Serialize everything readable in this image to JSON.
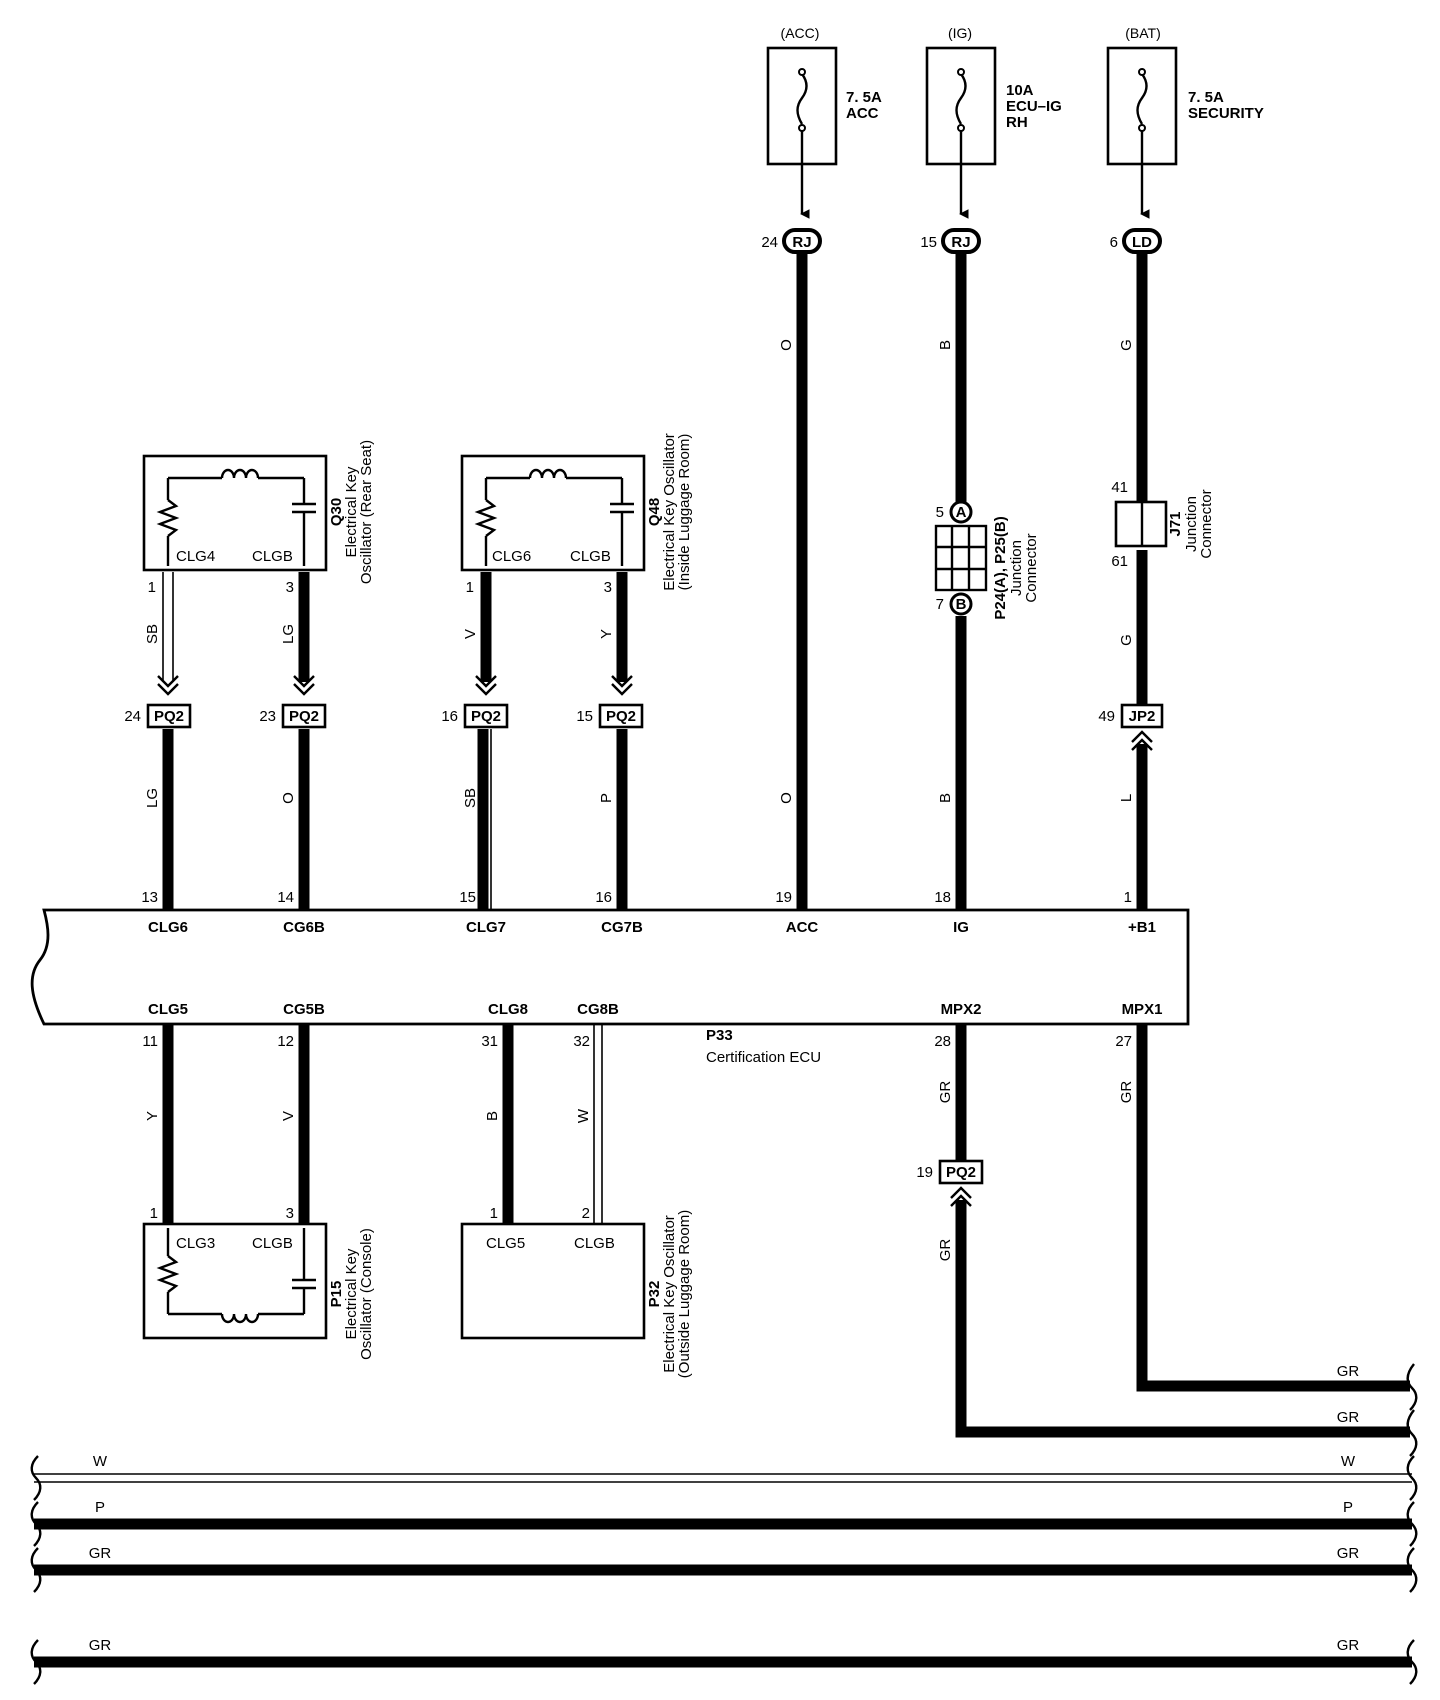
{
  "fuses": [
    {
      "source": "(ACC)",
      "rating": "7. 5A",
      "name1": "ACC",
      "name2": ""
    },
    {
      "source": "(IG)",
      "rating": "10A",
      "name1": "ECU–IG",
      "name2": "RH"
    },
    {
      "source": "(BAT)",
      "rating": "7. 5A",
      "name1": "SECURITY",
      "name2": ""
    }
  ],
  "top_connectors": [
    {
      "pin": "24",
      "code": "RJ"
    },
    {
      "pin": "15",
      "code": "RJ"
    },
    {
      "pin": "6",
      "code": "LD"
    }
  ],
  "wire_colors": {
    "acc_upper": "O",
    "acc_lower": "O",
    "ig_upper": "B",
    "ig_lower": "B",
    "bat_upper": "G",
    "bat_mid": "G",
    "bat_lower": "L",
    "q30_pin1": "SB",
    "q30_pin3": "LG",
    "q48_pin1": "V",
    "q48_pin3": "Y",
    "pq2_24": "LG",
    "pq2_23": "O",
    "pq2_16": "SB",
    "pq2_15": "P",
    "p15_pin1": "Y",
    "p15_pin3": "V",
    "p32_pin1": "B",
    "p32_pin2": "W",
    "mpx2_upper": "GR",
    "mpx2_lower": "GR",
    "mpx1": "GR"
  },
  "osc_q30": {
    "code": "Q30",
    "line1": "Electrical Key",
    "line2": "Oscillator (Rear Seat)",
    "term_a": "CLG4",
    "term_b": "CLGB",
    "pin_a": "1",
    "pin_b": "3"
  },
  "osc_q48": {
    "code": "Q48",
    "line1": "Electrical Key Oscillator",
    "line2": "(Inside Luggage Room)",
    "term_a": "CLG6",
    "term_b": "CLGB",
    "pin_a": "1",
    "pin_b": "3"
  },
  "osc_p15": {
    "code": "P15",
    "line1": "Electrical Key",
    "line2": "Oscillator (Console)",
    "term_a": "CLG3",
    "term_b": "CLGB",
    "pin_a": "1",
    "pin_b": "3"
  },
  "osc_p32": {
    "code": "P32",
    "line1": "Electrical Key Oscillator",
    "line2": "(Outside Luggage Room)",
    "term_a": "CLG5",
    "term_b": "CLGB",
    "pin_a": "1",
    "pin_b": "2"
  },
  "pq2_connectors": [
    {
      "pin": "24",
      "code": "PQ2"
    },
    {
      "pin": "23",
      "code": "PQ2"
    },
    {
      "pin": "16",
      "code": "PQ2"
    },
    {
      "pin": "15",
      "code": "PQ2"
    },
    {
      "pin": "19",
      "code": "PQ2"
    }
  ],
  "jp2": {
    "pin": "49",
    "code": "JP2"
  },
  "junction_p24": {
    "code": "P24(A), P25(B)",
    "line1": "Junction",
    "line2": "Connector",
    "label_a": "A",
    "label_b": "B",
    "pin_a": "5",
    "pin_b": "7"
  },
  "junction_j71": {
    "code": "J71",
    "line1": "Junction",
    "line2": "Connector",
    "pin_top": "41",
    "pin_bottom": "61"
  },
  "ecu": {
    "code": "P33",
    "name": "Certification ECU",
    "top_pins": [
      {
        "num": "13",
        "term": "CLG6"
      },
      {
        "num": "14",
        "term": "CG6B"
      },
      {
        "num": "15",
        "term": "CLG7"
      },
      {
        "num": "16",
        "term": "CG7B"
      },
      {
        "num": "19",
        "term": "ACC"
      },
      {
        "num": "18",
        "term": "IG"
      },
      {
        "num": "1",
        "term": "+B1"
      }
    ],
    "bottom_pins": [
      {
        "num": "11",
        "term": "CLG5"
      },
      {
        "num": "12",
        "term": "CG5B"
      },
      {
        "num": "31",
        "term": "CLG8"
      },
      {
        "num": "32",
        "term": "CG8B"
      },
      {
        "num": "28",
        "term": "MPX2"
      },
      {
        "num": "27",
        "term": "MPX1"
      }
    ]
  },
  "bus_lines": [
    {
      "left": "",
      "right": "GR"
    },
    {
      "left": "",
      "right": "GR"
    },
    {
      "left": "W",
      "right": "W"
    },
    {
      "left": "P",
      "right": "P"
    },
    {
      "left": "GR",
      "right": "GR"
    },
    {
      "left": "GR",
      "right": "GR"
    }
  ]
}
